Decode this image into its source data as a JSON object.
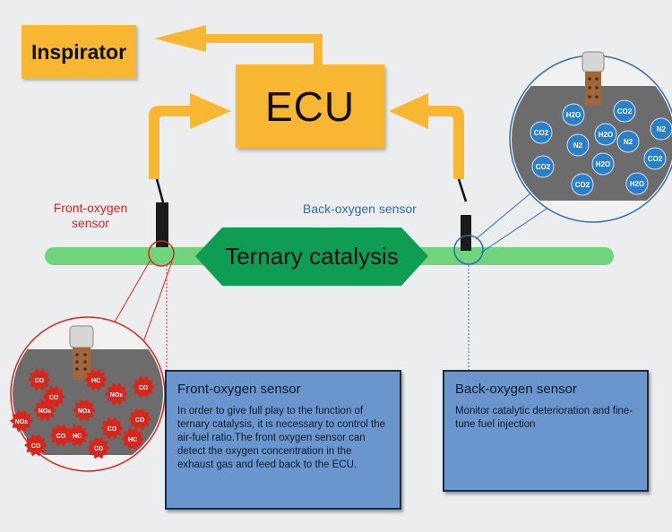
{
  "inspirator": {
    "label": "Inspirator"
  },
  "ecu": {
    "label": "ECU"
  },
  "catalysis": {
    "label": "Ternary catalysis"
  },
  "front_sensor": {
    "caption_line1": "Front-oxygen",
    "caption_line2": "sensor",
    "title": "Front-oxygen sensor",
    "description": "In order to give full play to the function of ternary catalysis, it is necessary to control the air-fuel ratio.The front oxygen sensor can detect the oxygen concentration in the exhaust gas and feed back to the ECU.",
    "zoom_molecules": [
      "CO",
      "HC",
      "NOx",
      "CO",
      "NOx",
      "NOx",
      "CO",
      "NOx",
      "CO",
      "CO",
      "HC",
      "CO",
      "HC",
      "CO",
      "CO"
    ]
  },
  "back_sensor": {
    "caption": "Back-oxygen sensor",
    "title": "Back-oxygen sensor",
    "description": "Monitor catalytic deterioration and fine-tune fuel injection",
    "zoom_molecules": [
      "CO2",
      "H2O",
      "CO2",
      "N2",
      "N2",
      "N2",
      "CO2",
      "CO2",
      "H2O",
      "CO2",
      "H2O",
      "H2O"
    ]
  },
  "colors": {
    "orange": "#f8b733",
    "pipe_green": "#70d47c",
    "catalyst_green": "#0f9d53",
    "front_red": "#d9261c",
    "back_blue": "#2b6cb0",
    "info_blue": "#6b96cd"
  }
}
